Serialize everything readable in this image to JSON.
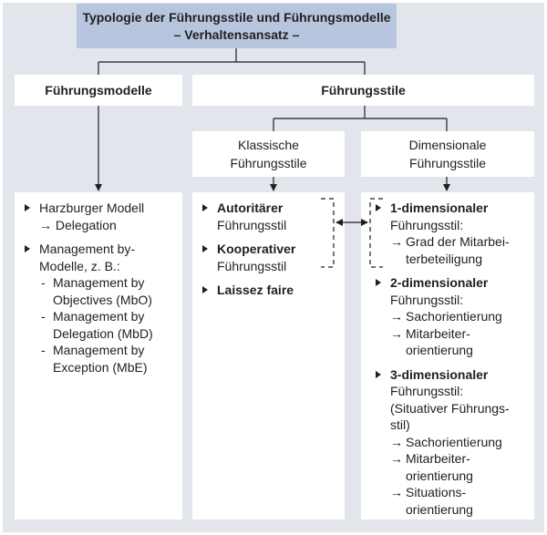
{
  "title": {
    "line1": "Typologie der Führungsstile und Führungsmodelle",
    "line2": "– Verhaltensansatz –"
  },
  "headers": {
    "left": "Führungsmodelle",
    "right": "Führungsstile"
  },
  "subheaders": {
    "classic": {
      "line1": "Klassische",
      "line2": "Führungsstile"
    },
    "dimensional": {
      "line1": "Dimensionale",
      "line2": "Führungsstile"
    }
  },
  "models": {
    "harzburger": "Harzburger Modell",
    "delegation": "Delegation",
    "management_line1": "Management by-",
    "management_line2": "Modelle, z. B.:",
    "mbo_line1": "Management by",
    "mbo_line2": "Objectives (MbO)",
    "mbd_line1": "Management by",
    "mbd_line2": "Delegation (MbD)",
    "mbe_line1": "Management by",
    "mbe_line2": "Exception (MbE)"
  },
  "classic_styles": {
    "autoritaer": "Autoritärer",
    "autoritaer_suffix": "Führungsstil",
    "kooperativ": "Kooperativer",
    "kooperativ_suffix": "Führungsstil",
    "laissez": "Laissez faire"
  },
  "dimensional_styles": {
    "d1": "1-dimensionaler",
    "d1_suffix": "Führungsstil:",
    "d1_item_line1": "Grad der Mitarbei-",
    "d1_item_line2": "terbeteiligung",
    "d2": "2-dimensionaler",
    "d2_suffix": "Führungsstil:",
    "d2_item1": "Sachorientierung",
    "d2_item2_line1": "Mitarbeiter-",
    "d2_item2_line2": "orientierung",
    "d3": "3-dimensionaler",
    "d3_suffix": "Führungsstil:",
    "d3_note_line1": "(Situativer Führungs-",
    "d3_note_line2": "stil)",
    "d3_item1": "Sachorientierung",
    "d3_item2_line1": "Mitarbeiter-",
    "d3_item2_line2": "orientierung",
    "d3_item3_line1": "Situations-",
    "d3_item3_line2": "orientierung"
  },
  "arrow_symbol": "→",
  "colors": {
    "background": "#e3e5ec",
    "title_fill": "#b7c6de",
    "box_fill": "#ffffff",
    "line": "#1f1f1f"
  }
}
